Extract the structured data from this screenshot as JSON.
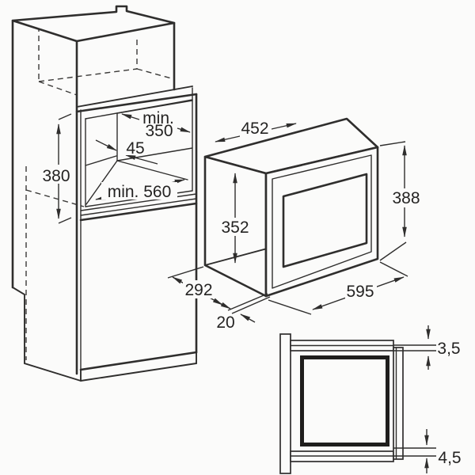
{
  "page": {
    "background": "#fbfbfa",
    "line_color": "#2f2e2d"
  },
  "cabinet_view": {
    "niche_depth_prefix": "min.",
    "niche_depth_value": "350",
    "side_clearance": "45",
    "niche_width": "min. 560",
    "niche_height": "380"
  },
  "microwave_view": {
    "top_depth": "452",
    "body_height": "352",
    "front_height": "388",
    "front_width": "595",
    "body_depth": "292",
    "frame_overhang": "20"
  },
  "detail_view": {
    "top_gap": "3,5",
    "bottom_gap": "4,5"
  }
}
